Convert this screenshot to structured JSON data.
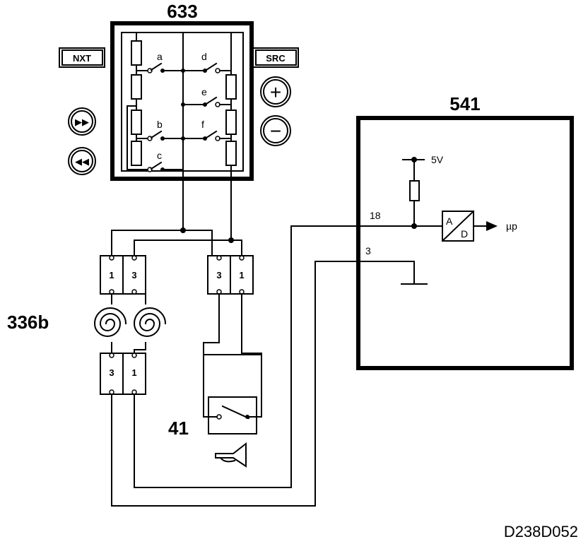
{
  "switch_unit": {
    "id": "633",
    "switch_labels": [
      "a",
      "b",
      "c",
      "d",
      "e",
      "f"
    ],
    "button_nxt": "NXT",
    "button_src": "SRC",
    "plus_symbol": "+",
    "minus_symbol": "−",
    "forward_symbol": "▶▶",
    "rewind_symbol": "◀◀"
  },
  "clock_spring": {
    "id": "336b",
    "upper_pins": [
      "1",
      "3",
      "3",
      "1"
    ],
    "lower_pins": [
      "3",
      "1"
    ]
  },
  "horn_switch": {
    "id": "41"
  },
  "control_unit": {
    "id": "541",
    "supply_label": "5V",
    "pin_18": "18",
    "pin_3": "3",
    "adc_a": "A",
    "adc_d": "D",
    "output_label": "µp"
  },
  "drawing_code": "D238D052"
}
